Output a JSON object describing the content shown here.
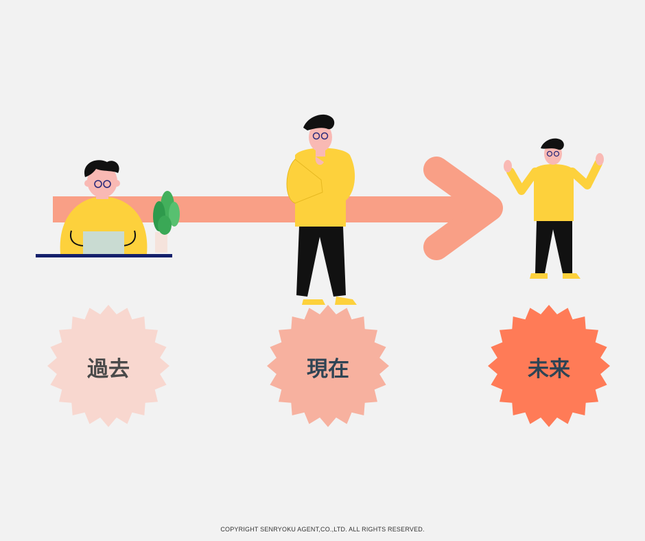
{
  "timeline": {
    "stages": [
      {
        "label": "過去",
        "color": "#f8d7cf",
        "text_color": "#4a4a4a"
      },
      {
        "label": "現在",
        "color": "#f7b19f",
        "text_color": "#2f4454"
      },
      {
        "label": "未来",
        "color": "#ff7b57",
        "text_color": "#2f4454"
      }
    ],
    "arrow_color": "#f99f86"
  },
  "footer": {
    "copyright": "COPYRIGHT SENRYOKU AGENT,CO.,LTD. ALL RIGHTS RESERVED."
  }
}
